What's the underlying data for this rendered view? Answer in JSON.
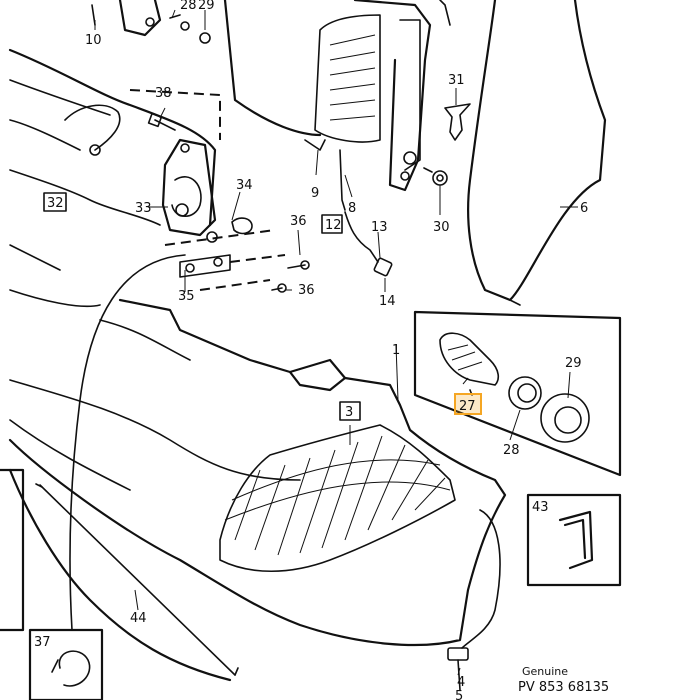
{
  "labels": {
    "p3": "3",
    "p4": "4",
    "p5": "5",
    "p6": "6",
    "p8": "8",
    "p9": "9",
    "p10": "10",
    "p12": "12",
    "p13": "13",
    "p14": "14",
    "p27": "27",
    "p28": "28",
    "p29": "29",
    "p30": "30",
    "p31": "31",
    "p32": "32",
    "p33": "33",
    "p34": "34",
    "p35": "35",
    "p36a": "36",
    "p36b": "36",
    "p37": "37",
    "p38": "38",
    "p43": "43",
    "p44": "44",
    "p28top": "28",
    "p29top": "29",
    "p1": "1"
  },
  "footer": {
    "line1": "Genuine",
    "line2": "PV 853 68135"
  },
  "highlight_color": "#f5a623"
}
